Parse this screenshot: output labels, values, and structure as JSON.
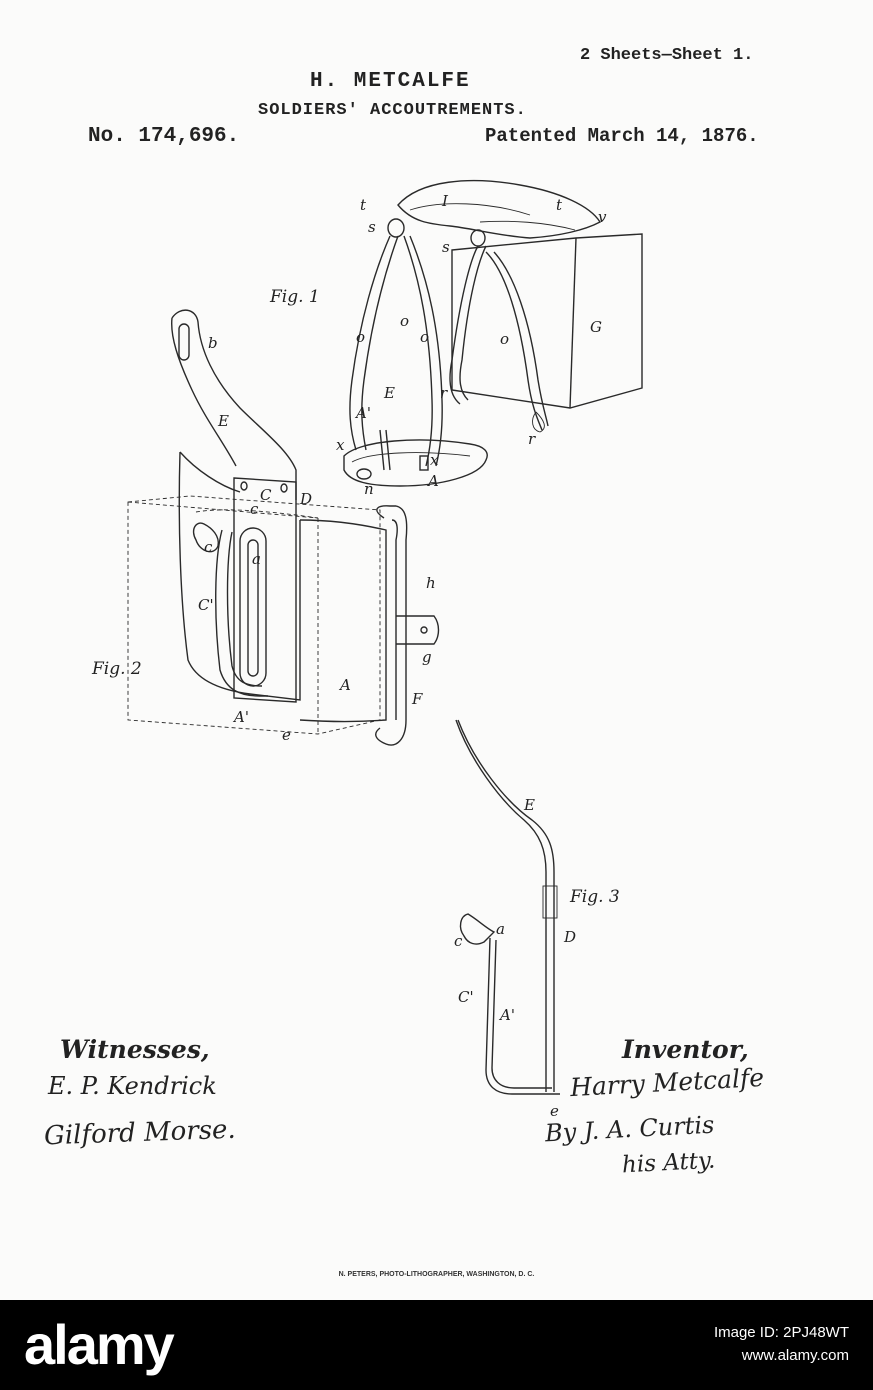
{
  "header": {
    "sheet": "2 Sheets—Sheet 1.",
    "inventor": "H. METCALFE",
    "title": "SOLDIERS' ACCOUTREMENTS.",
    "patent_number": "No. 174,696.",
    "patent_date": "Patented March 14, 1876."
  },
  "figures": {
    "fig1": "Fig. 1",
    "fig2": "Fig. 2",
    "fig3": "Fig. 3"
  },
  "ref_letters": {
    "t": "t",
    "s": "s",
    "I": "I",
    "v": "v",
    "G": "G",
    "o": "o",
    "r": "r",
    "E": "E",
    "A4": "A'",
    "x": "x",
    "n": "n",
    "A": "A",
    "b": "b",
    "c": "c",
    "C": "C",
    "D": "D",
    "a": "a",
    "C1": "C'",
    "h": "h",
    "g": "g",
    "F": "F",
    "e": "e"
  },
  "signatures": {
    "witnesses_label": "Witnesses,",
    "witness_1": "E. P. Kendrick",
    "witness_2": "Gilford Morse.",
    "inventor_label": "Inventor,",
    "inventor_signature": "Harry Metcalfe",
    "attorney_signature": "By J. A. Curtis",
    "attorney_role": "his Atty."
  },
  "printer_credit": "N. PETERS, PHOTO-LITHOGRAPHER, WASHINGTON, D. C.",
  "watermark": {
    "logo": "alamy",
    "image_id": "Image ID: 2PJ48WT",
    "site": "www.alamy.com"
  }
}
